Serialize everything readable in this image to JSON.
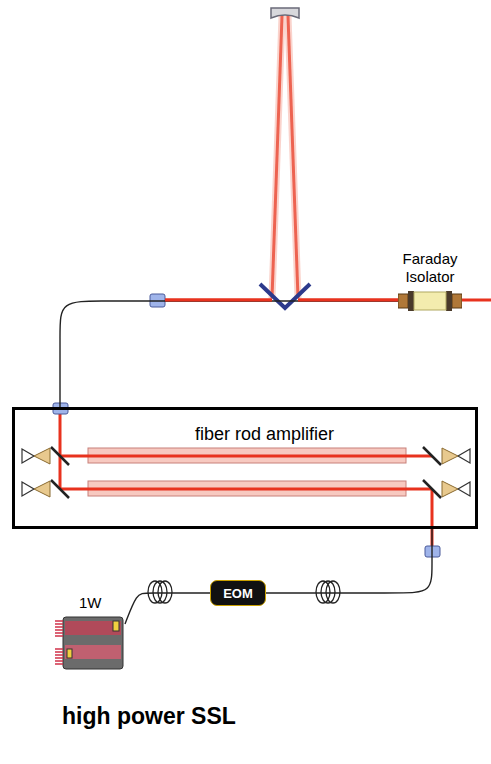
{
  "diagram": {
    "caption": "high power SSL",
    "nodes": [
      {
        "text": [
          "Faraday Isolator"
        ]
      },
      {
        "text": [
          "fiber rod amplifier"
        ]
      },
      {
        "text": [
          "1W"
        ]
      },
      {
        "text": [
          "EOM"
        ]
      }
    ],
    "edges": [
      {
        "from": 2,
        "to": 3,
        "arrow": "none"
      },
      {
        "from": 3,
        "to": 1,
        "arrow": "none"
      },
      {
        "from": 1,
        "to": 0,
        "arrow": "none"
      }
    ]
  }
}
